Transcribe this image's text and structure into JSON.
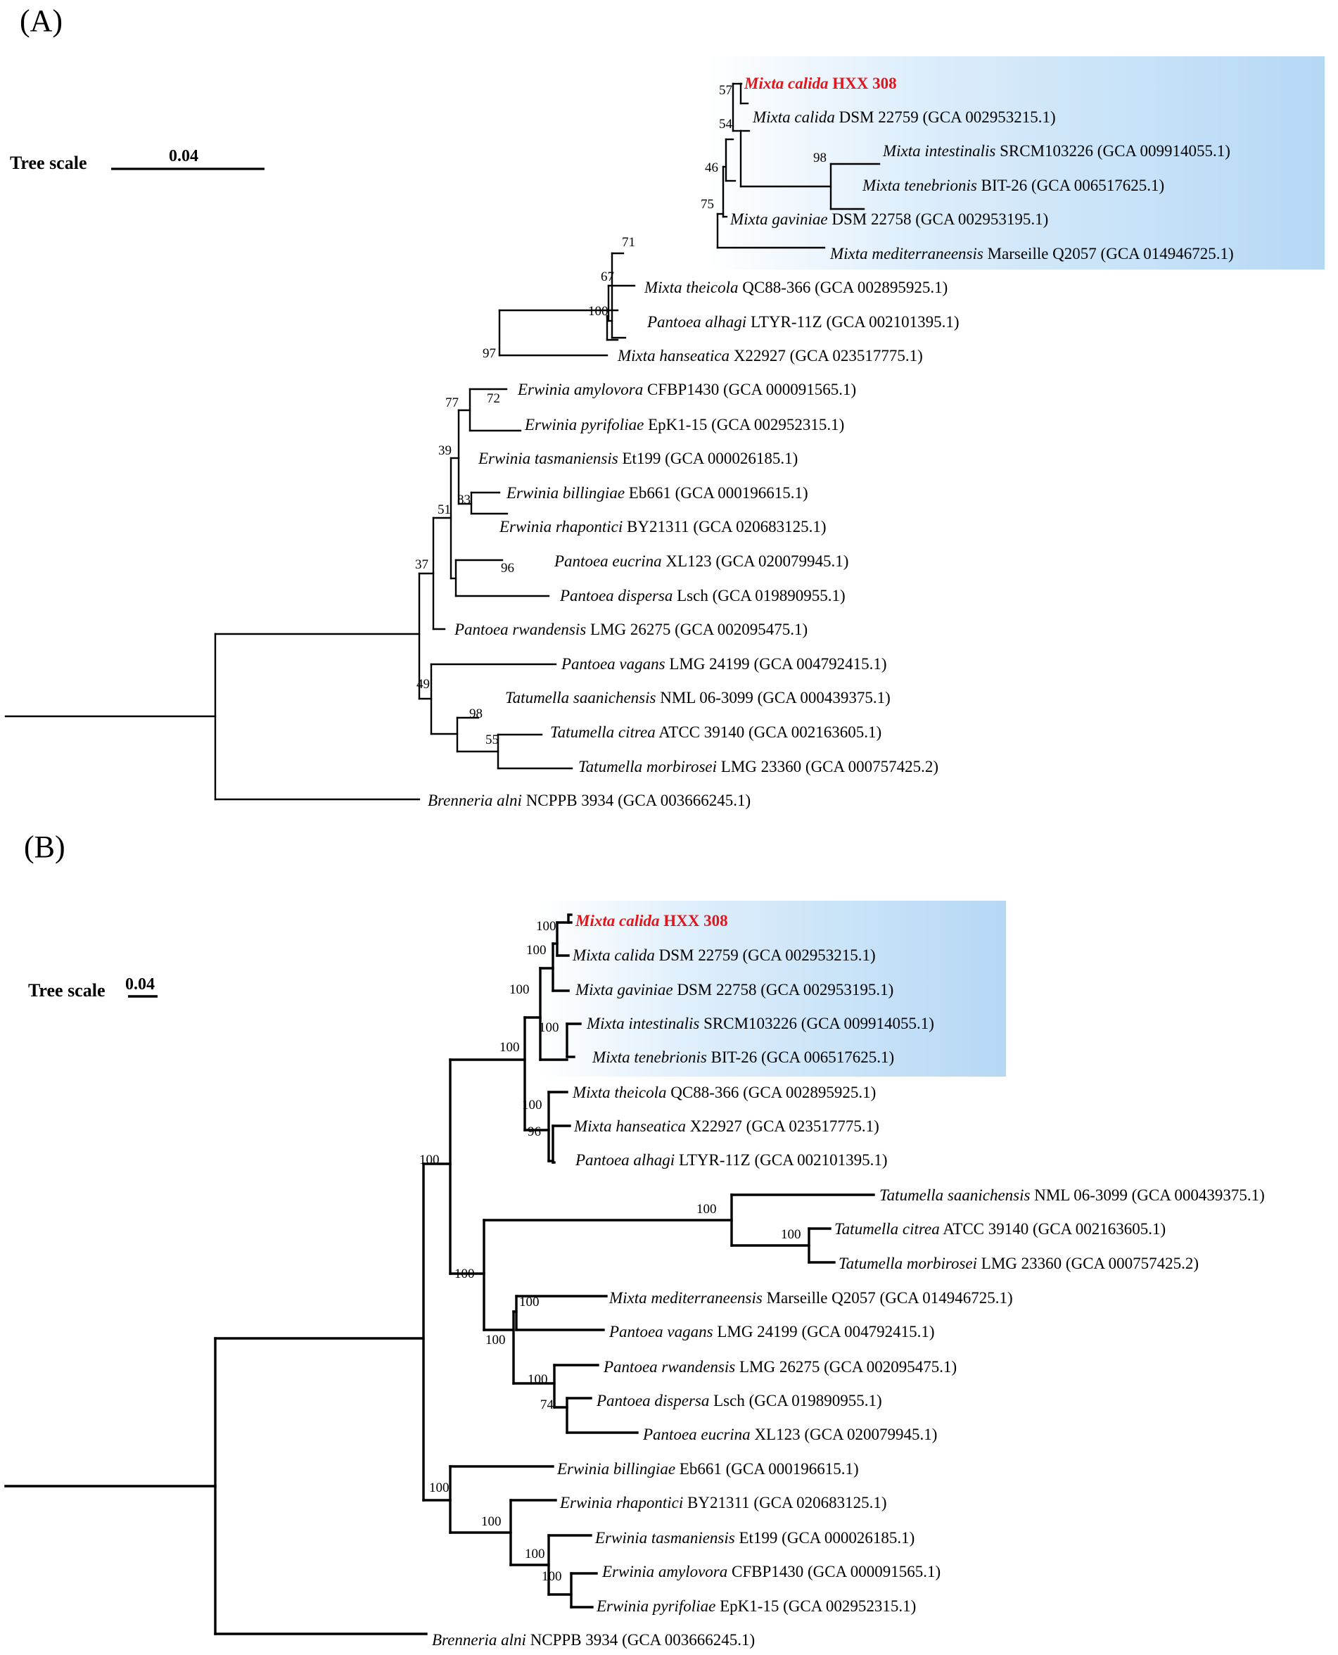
{
  "panels": [
    {
      "label": "(A)",
      "tree_scale": {
        "title": "Tree scale",
        "value": "0.04"
      },
      "highlight_color": "#b5d8f5",
      "highlighted_label_color": "#e0161c",
      "leaves": [
        {
          "genus_species": "Mixta calida",
          "strain": "HXX 308",
          "accession": "",
          "highlight": true
        },
        {
          "genus_species": "Mixta calida",
          "strain": "DSM 22759",
          "accession": "(GCA 002953215.1)"
        },
        {
          "genus_species": "Mixta intestinalis",
          "strain": "SRCM103226",
          "accession": "(GCA 009914055.1)"
        },
        {
          "genus_species": "Mixta tenebrionis",
          "strain": "BIT-26",
          "accession": "(GCA 006517625.1)"
        },
        {
          "genus_species": "Mixta gaviniae",
          "strain": "DSM 22758",
          "accession": "(GCA 002953195.1)"
        },
        {
          "genus_species": "Mixta mediterraneensis",
          "strain": "Marseille Q2057",
          "accession": "(GCA 014946725.1)"
        },
        {
          "genus_species": "Mixta theicola",
          "strain": "QC88-366",
          "accession": "(GCA 002895925.1)"
        },
        {
          "genus_species": "Pantoea alhagi",
          "strain": "LTYR-11Z",
          "accession": "(GCA 002101395.1)"
        },
        {
          "genus_species": "Mixta hanseatica",
          "strain": "X22927",
          "accession": "(GCA 023517775.1)"
        },
        {
          "genus_species": "Erwinia amylovora",
          "strain": "CFBP1430",
          "accession": "(GCA 000091565.1)"
        },
        {
          "genus_species": "Erwinia pyrifoliae",
          "strain": "EpK1-15",
          "accession": "(GCA 002952315.1)"
        },
        {
          "genus_species": "Erwinia tasmaniensis",
          "strain": "Et199",
          "accession": "(GCA 000026185.1)"
        },
        {
          "genus_species": "Erwinia billingiae",
          "strain": "Eb661",
          "accession": "(GCA 000196615.1)"
        },
        {
          "genus_species": "Erwinia rhapontici",
          "strain": "BY21311",
          "accession": "(GCA 020683125.1)"
        },
        {
          "genus_species": "Pantoea eucrina",
          "strain": "XL123",
          "accession": "(GCA 020079945.1)"
        },
        {
          "genus_species": "Pantoea dispersa",
          "strain": "Lsch",
          "accession": "(GCA 019890955.1)"
        },
        {
          "genus_species": "Pantoea rwandensis",
          "strain": "LMG 26275",
          "accession": "(GCA 002095475.1)"
        },
        {
          "genus_species": "Pantoea vagans",
          "strain": "LMG 24199",
          "accession": "(GCA 004792415.1)"
        },
        {
          "genus_species": "Tatumella saanichensis",
          "strain": "NML 06-3099",
          "accession": "(GCA 000439375.1)"
        },
        {
          "genus_species": "Tatumella citrea",
          "strain": "ATCC 39140",
          "accession": "(GCA 002163605.1)"
        },
        {
          "genus_species": "Tatumella morbirosei",
          "strain": "LMG 23360",
          "accession": "(GCA 000757425.2)"
        },
        {
          "genus_species": "Brenneria alni",
          "strain": "NCPPB 3934",
          "accession": "(GCA 003666245.1)"
        }
      ],
      "bootstrap_values": [
        "57",
        "54",
        "98",
        "46",
        "75",
        "71",
        "67",
        "100",
        "97",
        "72",
        "77",
        "39",
        "83",
        "51",
        "96",
        "37",
        "98",
        "55",
        "49"
      ]
    },
    {
      "label": "(B)",
      "tree_scale": {
        "title": "Tree scale",
        "value": "0.04"
      },
      "highlight_color": "#b5d8f5",
      "highlighted_label_color": "#e0161c",
      "leaves": [
        {
          "genus_species": "Mixta calida",
          "strain": "HXX 308",
          "accession": "",
          "highlight": true
        },
        {
          "genus_species": "Mixta calida",
          "strain": "DSM 22759",
          "accession": "(GCA 002953215.1)"
        },
        {
          "genus_species": "Mixta gaviniae",
          "strain": "DSM 22758",
          "accession": "(GCA 002953195.1)"
        },
        {
          "genus_species": "Mixta intestinalis",
          "strain": "SRCM103226",
          "accession": "(GCA 009914055.1)"
        },
        {
          "genus_species": "Mixta tenebrionis",
          "strain": "BIT-26",
          "accession": "(GCA 006517625.1)"
        },
        {
          "genus_species": "Mixta theicola",
          "strain": "QC88-366",
          "accession": "(GCA 002895925.1)"
        },
        {
          "genus_species": "Mixta hanseatica",
          "strain": "X22927",
          "accession": "(GCA 023517775.1)"
        },
        {
          "genus_species": "Pantoea alhagi",
          "strain": "LTYR-11Z",
          "accession": "(GCA 002101395.1)"
        },
        {
          "genus_species": "Tatumella saanichensis",
          "strain": "NML 06-3099",
          "accession": "(GCA 000439375.1)"
        },
        {
          "genus_species": "Tatumella citrea",
          "strain": "ATCC 39140",
          "accession": "(GCA 002163605.1)"
        },
        {
          "genus_species": "Tatumella morbirosei",
          "strain": "LMG 23360",
          "accession": "(GCA 000757425.2)"
        },
        {
          "genus_species": "Mixta mediterraneensis",
          "strain": "Marseille Q2057",
          "accession": "(GCA 014946725.1)"
        },
        {
          "genus_species": "Pantoea vagans",
          "strain": "LMG 24199",
          "accession": "(GCA 004792415.1)"
        },
        {
          "genus_species": "Pantoea rwandensis",
          "strain": "LMG 26275",
          "accession": "(GCA 002095475.1)"
        },
        {
          "genus_species": "Pantoea dispersa",
          "strain": "Lsch",
          "accession": "(GCA 019890955.1)"
        },
        {
          "genus_species": "Pantoea eucrina",
          "strain": "XL123",
          "accession": "(GCA 020079945.1)"
        },
        {
          "genus_species": "Erwinia billingiae",
          "strain": "Eb661",
          "accession": "(GCA 000196615.1)"
        },
        {
          "genus_species": "Erwinia rhapontici",
          "strain": "BY21311",
          "accession": "(GCA 020683125.1)"
        },
        {
          "genus_species": "Erwinia tasmaniensis",
          "strain": "Et199",
          "accession": "(GCA 000026185.1)"
        },
        {
          "genus_species": "Erwinia amylovora",
          "strain": "CFBP1430",
          "accession": "(GCA 000091565.1)"
        },
        {
          "genus_species": "Erwinia pyrifoliae",
          "strain": "EpK1-15",
          "accession": "(GCA 002952315.1)"
        },
        {
          "genus_species": "Brenneria alni",
          "strain": "NCPPB 3934",
          "accession": "(GCA 003666245.1)"
        }
      ],
      "bootstrap_values": [
        "100",
        "100",
        "100",
        "100",
        "100",
        "100",
        "96",
        "100",
        "100",
        "100",
        "100",
        "100",
        "100",
        "100",
        "74",
        "100",
        "100",
        "100",
        "100",
        "100"
      ]
    }
  ]
}
